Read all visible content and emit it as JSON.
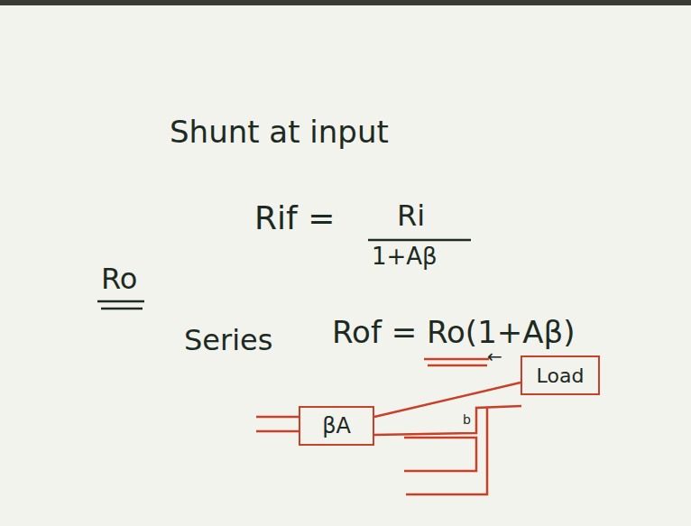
{
  "diagram": {
    "nodes": [
      {
        "text": [
          "βA"
        ]
      },
      {
        "text": [
          "Load"
        ]
      }
    ],
    "edges": [
      {
        "from": 0,
        "to": 1,
        "arrow": "none"
      }
    ],
    "labels": [
      "Shunt at input",
      "Rif =",
      "Ri",
      "1+Aβ",
      "Ro",
      "Series",
      "Rof = Ro(1+Aβ)",
      "←",
      "b"
    ]
  }
}
